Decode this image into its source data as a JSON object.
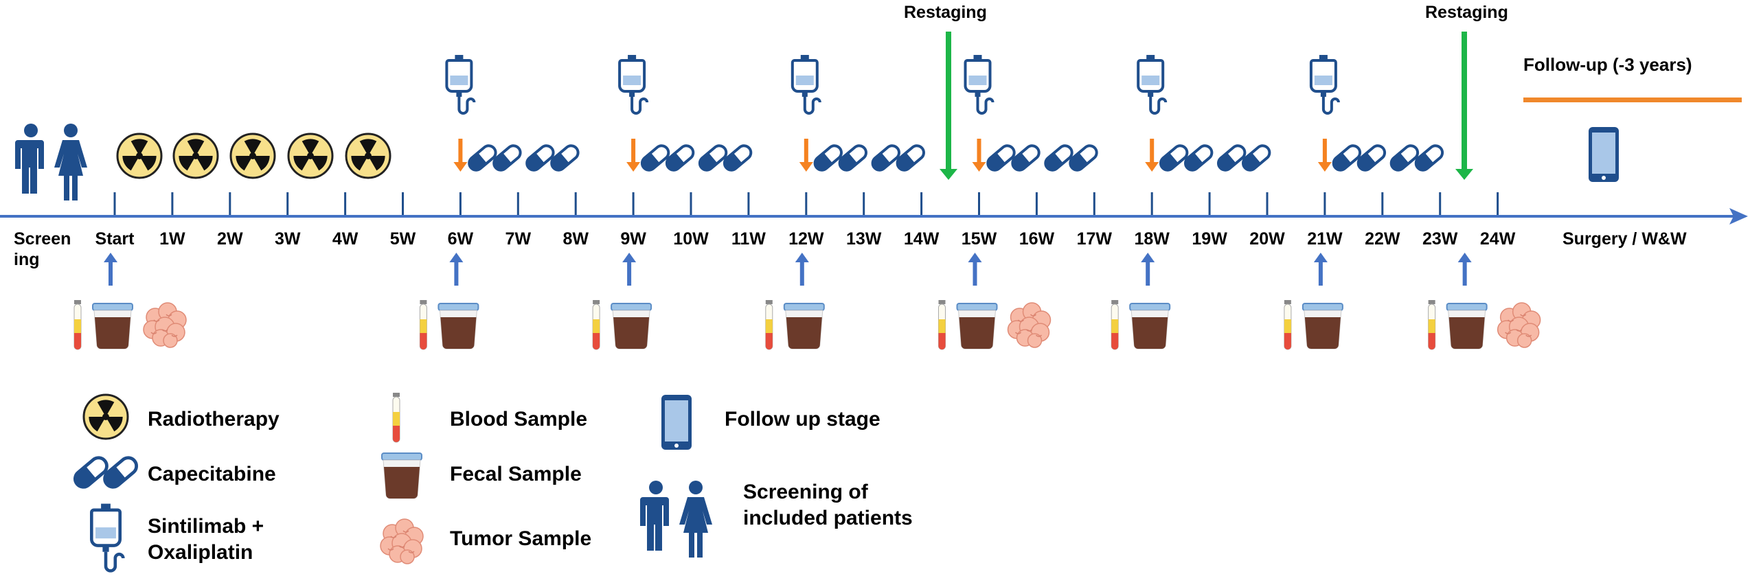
{
  "timeline": {
    "screening_label_line1": "Screen",
    "screening_label_line2": "ing",
    "ticks": [
      "Start",
      "1W",
      "2W",
      "3W",
      "4W",
      "5W",
      "6W",
      "7W",
      "8W",
      "9W",
      "10W",
      "11W",
      "12W",
      "13W",
      "14W",
      "15W",
      "16W",
      "17W",
      "18W",
      "19W",
      "20W",
      "21W",
      "22W",
      "23W",
      "24W"
    ],
    "end_label": "Surgery / W&W",
    "restaging_label": "Restaging",
    "followup_label": "Follow-up  (-3 years)"
  },
  "legend": {
    "radiotherapy": "Radiotherapy",
    "capecitabine": "Capecitabine",
    "sintilimab_line1": "Sintilimab +",
    "sintilimab_line2": "Oxaliplatin",
    "blood": "Blood Sample",
    "fecal": "Fecal Sample",
    "tumor": "Tumor Sample",
    "followup_stage": "Follow up stage",
    "screening_line1": "Screening of",
    "screening_line2": "included patients"
  },
  "colors": {
    "axis": "#4472C4",
    "restaging": "#1DB648",
    "followup_bar": "#F0882B",
    "orange_arrow": "#F58220",
    "navy": "#1F4E8C"
  }
}
